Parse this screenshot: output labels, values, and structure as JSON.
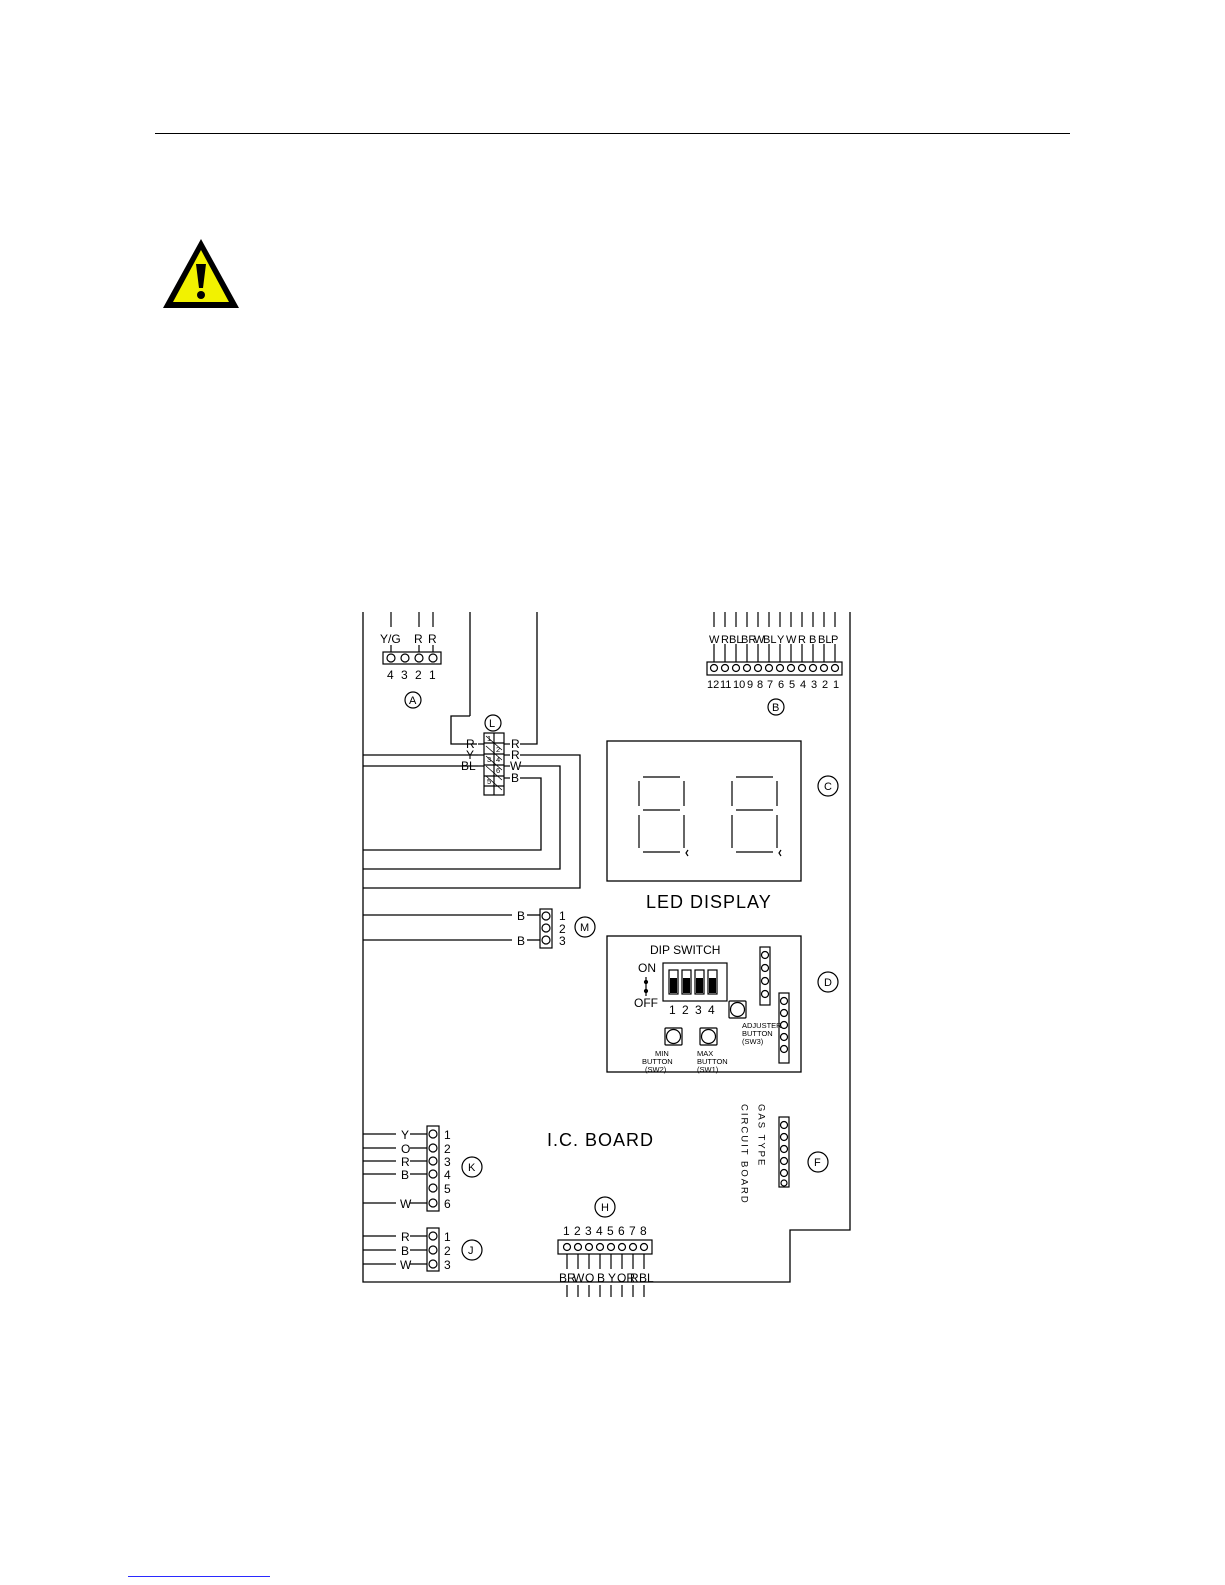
{
  "warning": {
    "icon": "warning-triangle-icon",
    "colors": {
      "fill": "#f2f200",
      "outline": "#000000"
    }
  },
  "board": {
    "title": "I.C. BOARD",
    "led_display_label": "LED DISPLAY",
    "dip_switch_label": "DIP SWITCH",
    "dip_on": "ON",
    "dip_off": "OFF",
    "dip_numbers": [
      "1",
      "2",
      "3",
      "4"
    ],
    "adjuster_button": [
      "ADJUSTER",
      "BUTTON",
      "(SW3)"
    ],
    "min_button": [
      "MIN",
      "BUTTON",
      "(SW2)"
    ],
    "max_button": [
      "MAX",
      "BUTTON",
      "(SW1)"
    ],
    "circuit_board_vertical": "CIRCUIT BOARD",
    "gas_type_vertical": "GAS TYPE"
  },
  "callouts": {
    "A": "A",
    "B": "B",
    "C": "C",
    "D": "D",
    "F": "F",
    "H": "H",
    "J": "J",
    "K": "K",
    "L": "L",
    "M": "M"
  },
  "connector_a": {
    "wires": [
      "Y/G",
      "R",
      "R"
    ],
    "pins": [
      "4",
      "3",
      "2",
      "1"
    ]
  },
  "connector_b": {
    "wires": [
      "W",
      "R",
      "BL",
      "BR",
      "W",
      "BL",
      "Y",
      "W",
      "R",
      "B",
      "BL",
      "P"
    ],
    "pins": [
      "12",
      "11",
      "10",
      "9",
      "8",
      "7",
      "6",
      "5",
      "4",
      "3",
      "2",
      "1"
    ]
  },
  "connector_l": {
    "left": [
      "R",
      "Y",
      "BL"
    ],
    "right": [
      "R",
      "R",
      "W",
      "B"
    ],
    "pins": [
      "2",
      "4",
      "6",
      "1",
      "3",
      "5"
    ]
  },
  "connector_m": {
    "wires": [
      "B",
      "B"
    ],
    "pins": [
      "1",
      "2",
      "3"
    ]
  },
  "connector_k": {
    "wires": [
      "Y",
      "O",
      "R",
      "B",
      "W"
    ],
    "pins": [
      "1",
      "2",
      "3",
      "4",
      "5",
      "6"
    ]
  },
  "connector_j": {
    "wires": [
      "R",
      "B",
      "W"
    ],
    "pins": [
      "1",
      "2",
      "3"
    ]
  },
  "connector_h": {
    "pins": [
      "1",
      "2",
      "3",
      "4",
      "5",
      "6",
      "7",
      "8"
    ],
    "wires": [
      "BR",
      "W",
      "O",
      "B",
      "Y",
      "OR",
      "R",
      "BL"
    ]
  }
}
